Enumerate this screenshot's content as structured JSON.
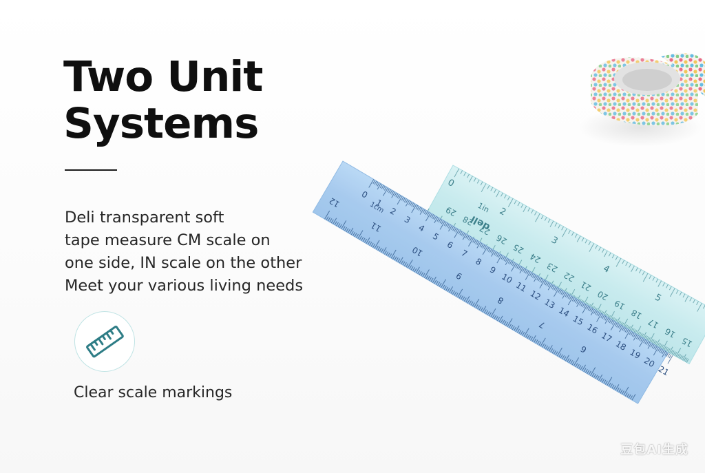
{
  "heading": {
    "line1": "Two Unit",
    "line2": "Systems"
  },
  "description": {
    "line1": "Deli transparent soft",
    "line2": "tape measure CM scale on",
    "line3": "one side, IN scale on the other",
    "line4": "Meet your various living needs"
  },
  "feature": {
    "icon": "ruler-icon",
    "label": "Clear scale markings"
  },
  "rulers": {
    "cm_ruler": {
      "color": "#a9cdf0",
      "unit_label": "1cm",
      "top_numbers": [
        "0",
        "1",
        "2",
        "3",
        "4",
        "5",
        "6",
        "7",
        "8",
        "9",
        "10",
        "11",
        "12",
        "13",
        "14",
        "15",
        "16",
        "17",
        "18",
        "19",
        "20",
        "21"
      ],
      "bottom_numbers": [
        "12",
        "11",
        "10",
        "9",
        "8",
        "7",
        "6"
      ]
    },
    "in_ruler": {
      "color": "#c9ecef",
      "unit_label": "1in",
      "brand": "deli",
      "top_numbers": [
        "0",
        "2",
        "3",
        "4",
        "5"
      ],
      "bottom_numbers": [
        "29",
        "28",
        "27",
        "26",
        "25",
        "24",
        "23",
        "22",
        "21",
        "20",
        "19",
        "18",
        "17",
        "16",
        "15"
      ]
    }
  },
  "watermark": "豆包AI生成",
  "colors": {
    "title": "#0f0f0f",
    "text": "#262626",
    "accent": "#2e7d86",
    "icon_ring": "#bfe3e4"
  }
}
